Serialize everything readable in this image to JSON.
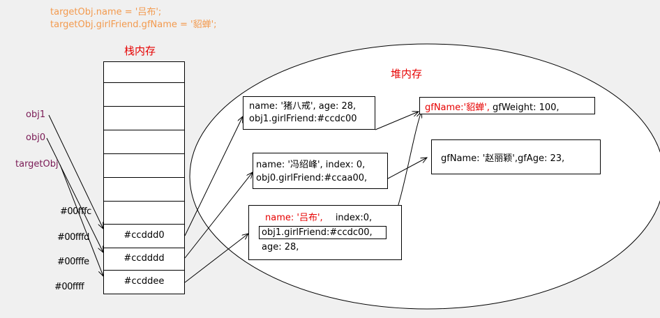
{
  "code": {
    "line1": "targetObj.name = '吕布';",
    "line2": "targetObj.girlFriend.gfName = '貂蝉';"
  },
  "stack": {
    "title": "栈内存",
    "cells": [
      "#ccddd0",
      "#ccdddd",
      "#ccddee"
    ]
  },
  "heap": {
    "title": "堆内存",
    "obj_zhubajie": {
      "line1": "name: '猪八戒', age: 28,",
      "line2": "obj1.girlFriend:#ccdc00"
    },
    "obj_fengshaofeng": {
      "line1": "name: '冯绍峰', index: 0,",
      "line2": "obj0.girlFriend:#ccaa00,"
    },
    "obj_lvbu": {
      "name_part": "name: '吕布',",
      "index_part": "index:0,",
      "line2": "obj1.girlFriend:#ccdc00,",
      "line3": "age: 28,"
    },
    "gf_diaochan": {
      "name_part": "gfName:'貂蝉',",
      "rest_part": "gfWeight: 100,"
    },
    "gf_zhaoliying": {
      "text": "gfName: '赵丽颖',gfAge: 23,"
    }
  },
  "variables": [
    "obj1",
    "obj0",
    "targetObj"
  ],
  "addresses": [
    "#00fffc",
    "#00fffd",
    "#00fffe",
    "#00ffff"
  ],
  "colors": {
    "code": "#f39a4e",
    "title": "#e60000",
    "variable": "#7a1a55",
    "highlight": "#e60000"
  }
}
